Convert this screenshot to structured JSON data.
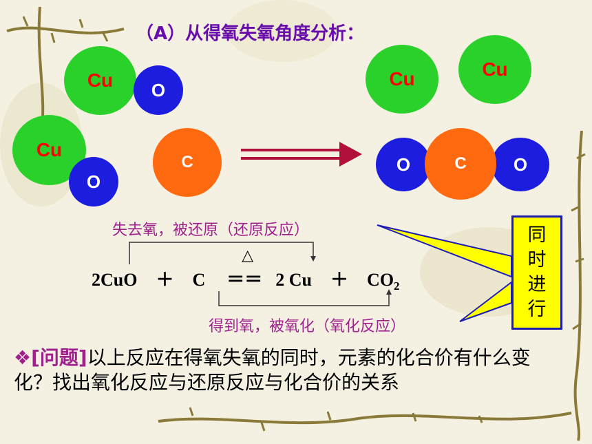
{
  "title": "（A）从得氧失氧角度分析：",
  "atoms": {
    "cu_label": "Cu",
    "o_label": "O",
    "c_label": "C"
  },
  "equation": {
    "reactant1": "2CuO",
    "plus": "＋",
    "reactant2": "C",
    "equals": "＝＝",
    "heat_symbol": "△",
    "product1": "2 Cu",
    "product2_main": "CO",
    "product2_sub": "2"
  },
  "notes": {
    "reduction": "失去氧，被还原（还原反应）",
    "oxidation": "得到氧，被氧化（氧化反应）"
  },
  "callout": [
    "同",
    "时",
    "进",
    "行"
  ],
  "question": {
    "bullet": "❖",
    "tag": "[问题]",
    "text": "以上反应在得氧失氧的同时，元素的化合价有什么变化？找出氧化反应与还原反应与化合价的关系"
  },
  "colors": {
    "copper": "#2bd12b",
    "oxygen": "#1d1de0",
    "carbon": "#ff6a10",
    "arrow": "#b0103a",
    "callout_bg": "#ffff00"
  }
}
